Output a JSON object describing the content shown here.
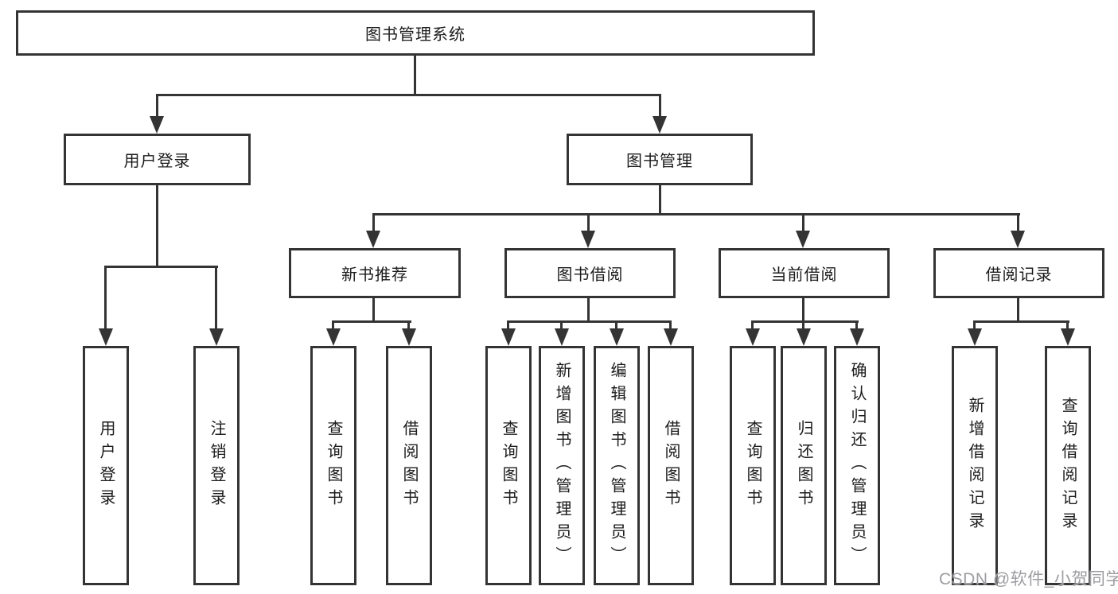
{
  "diagram_type": "hierarchy-tree",
  "tree": {
    "label": "图书管理系统",
    "children": [
      {
        "label": "用户登录",
        "children": [
          {
            "label": "用户登录"
          },
          {
            "label": "注销登录"
          }
        ]
      },
      {
        "label": "图书管理",
        "children": [
          {
            "label": "新书推荐",
            "children": [
              {
                "label": "查询图书"
              },
              {
                "label": "借阅图书"
              }
            ]
          },
          {
            "label": "图书借阅",
            "children": [
              {
                "label": "查询图书"
              },
              {
                "label": "新增图书（管理员）"
              },
              {
                "label": "编辑图书（管理员）"
              },
              {
                "label": "借阅图书"
              }
            ]
          },
          {
            "label": "当前借阅",
            "children": [
              {
                "label": "查询图书"
              },
              {
                "label": "归还图书"
              },
              {
                "label": "确认归还（管理员）"
              }
            ]
          },
          {
            "label": "借阅记录",
            "children": [
              {
                "label": "新增借阅记录"
              },
              {
                "label": "查询借阅记录"
              }
            ]
          }
        ]
      }
    ]
  },
  "watermark": {
    "text": "CSDN @软件_小贺同学"
  },
  "colors": {
    "line": "#343434",
    "text": "#1c1c1c",
    "watermark": "#9d9da2",
    "background": "#ffffff"
  }
}
